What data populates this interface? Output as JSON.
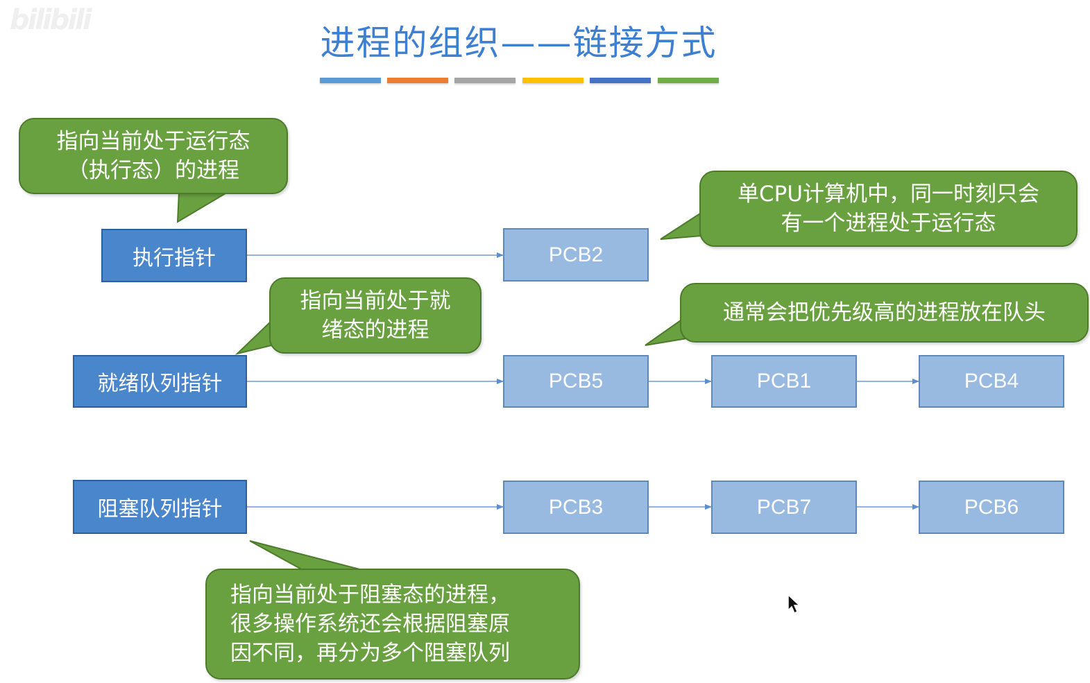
{
  "watermark": "bilibili",
  "title": "进程的组织——链接方式",
  "colors": {
    "title": "#3d7fd1",
    "pointer_box": "#4a86cb",
    "pcb_box": "#98b9e0",
    "callout": "#69a040",
    "underline_bars": [
      "#5b9bd5",
      "#ed7d31",
      "#a5a5a5",
      "#ffc000",
      "#4472c4",
      "#70ad47"
    ]
  },
  "pointers": {
    "running": "执行指针",
    "ready": "就绪队列指针",
    "blocked": "阻塞队列指针"
  },
  "queues": {
    "running": [
      "PCB2"
    ],
    "ready": [
      "PCB5",
      "PCB1",
      "PCB4"
    ],
    "blocked": [
      "PCB3",
      "PCB7",
      "PCB6"
    ]
  },
  "callouts": {
    "running_pointer": [
      "指向当前处于运行态",
      "（执行态）的进程"
    ],
    "single_cpu": [
      "单CPU计算机中，同一时刻只会",
      "有一个进程处于运行态"
    ],
    "ready_pointer": [
      "指向当前处于就",
      "绪态的进程"
    ],
    "priority": [
      "通常会把优先级高的进程放在队头"
    ],
    "blocked_pointer": [
      "指向当前处于阻塞态的进程，",
      "很多操作系统还会根据阻塞原",
      "因不同，再分为多个阻塞队列"
    ]
  }
}
